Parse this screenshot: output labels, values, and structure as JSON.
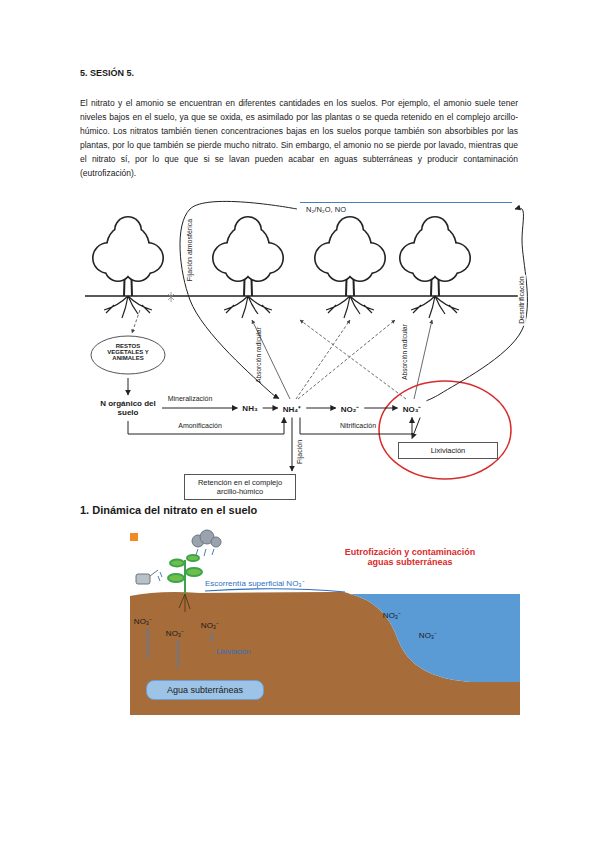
{
  "diagram": {
    "title": "5. SESIÓN 5.",
    "nodes": [
      {
        "text": [
          "RESTOS VEGETALES Y ANIMALES"
        ]
      },
      {
        "text": [
          "N orgánico del suelo"
        ]
      },
      {
        "text": [
          "NH₃"
        ]
      },
      {
        "text": [
          "NH₄⁺"
        ]
      },
      {
        "text": [
          "NO₂⁻"
        ]
      },
      {
        "text": [
          "NO₃⁻"
        ]
      },
      {
        "text": [
          "Lixiviación"
        ]
      },
      {
        "text": [
          "Retención en el complejo arcillo-húmico"
        ]
      },
      {
        "text": [
          "N₂/N₂O, NO"
        ]
      },
      {
        "text": [
          "Agua subterráneas"
        ]
      }
    ],
    "edges": [
      {
        "from": 0,
        "to": 1,
        "arrow": "to"
      },
      {
        "from": 1,
        "to": 2,
        "label": "Mineralización",
        "arrow": "to"
      },
      {
        "from": 2,
        "to": 3,
        "arrow": "to"
      },
      {
        "from": 1,
        "to": 3,
        "label": "Amonificación",
        "arrow": "to"
      },
      {
        "from": 3,
        "to": 4,
        "arrow": "to"
      },
      {
        "from": 4,
        "to": 5,
        "arrow": "to"
      },
      {
        "from": 3,
        "to": 5,
        "label": "Nitrificación",
        "arrow": "to"
      },
      {
        "from": 5,
        "to": 6,
        "arrow": "to"
      },
      {
        "from": 3,
        "to": 7,
        "label": "Fijación",
        "arrow": "to"
      },
      {
        "from": 5,
        "to": 8,
        "label": "Desnitrificación",
        "arrow": "to"
      },
      {
        "from": 8,
        "to": 3,
        "label": "Fijación atmosférica",
        "arrow": "to"
      }
    ],
    "labels": [
      "El nitrato y el amonio se encuentran en diferentes cantidades en los suelos. Por ejemplo, el amonio suele tener niveles bajos en el suelo, ya que se oxida, es asimilado por las plantas o se queda retenido en el complejo arcillo-húmico. Los nitratos también tienen concentraciones bajas en los suelos porque también son absorbibles por las plantas, por lo que también se pierde mucho nitrato. Sin embargo, el amonio no se pierde por lavado, mientras que el nitrato sí, por lo que que si se lavan pueden acabar en aguas subterráneas y producir contaminación (eutrofización).",
      "Absorción radicular",
      "Absorción radicular",
      "1. Dinámica del nitrato en el suelo",
      "Eutrofización y contaminación aguas subterráneas",
      "Escorrentía superficial NO₃⁻",
      "NO₃⁻",
      "NO₃⁻",
      "NO₃⁻",
      "Lixiviación",
      "NO₃⁻",
      "NO₃⁻"
    ]
  }
}
